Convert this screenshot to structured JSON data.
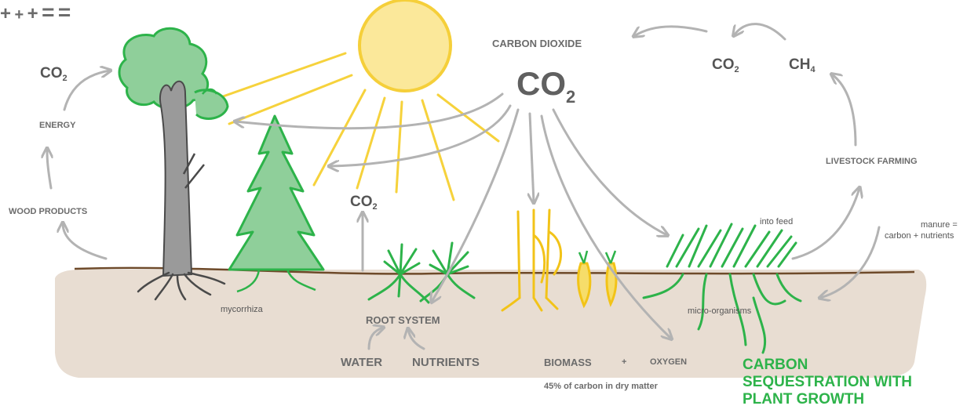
{
  "labels": {
    "carbon_dioxide": "CARBON DIOXIDE",
    "co2_main": "CO",
    "co2_sub": "2",
    "co2_left": "CO",
    "co2_left_sub": "2",
    "energy": "ENERGY",
    "wood_products": "WOOD PRODUCTS",
    "co2_right": "CO",
    "co2_right_sub": "2",
    "ch4": "CH",
    "ch4_sub": "4",
    "livestock_farming": "LIVESTOCK FARMING",
    "into_feed": "into feed",
    "manure_line1": "manure =",
    "manure_line2": "carbon + nutrients",
    "co2_soil": "CO",
    "co2_soil_sub": "2",
    "mycorrhiza": "mycorrhiza",
    "root_system": "ROOT SYSTEM",
    "micro_organisms": "micro-organisms",
    "water": "WATER",
    "nutrients": "NUTRIENTS",
    "biomass": "BIOMASS",
    "oxygen": "OXYGEN",
    "carbon_note": "45% of carbon in dry matter",
    "sequestration_line1": "CARBON",
    "sequestration_line2": "SEQUESTRATION WITH",
    "sequestration_line3": "PLANT GROWTH",
    "plus": "+",
    "equals": "="
  },
  "colors": {
    "sun_fill": "#fbe89a",
    "sun_stroke": "#f5cf3a",
    "ray": "#f6d23c",
    "arrow": "#b3b3b3",
    "soil": "#e8ddd2",
    "ground_line": "#6e4a2a",
    "tree_trunk": "#8a8a8a",
    "foliage": "#8fcf9a",
    "foliage_outline": "#2db34a",
    "grass": "#2db34a",
    "wheat": "#f2c318",
    "sequestration_text": "#2db34a"
  }
}
